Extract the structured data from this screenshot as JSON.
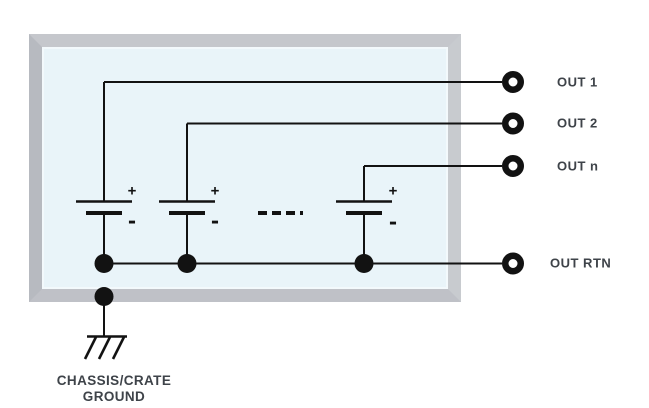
{
  "outputs": [
    {
      "label": "OUT 1"
    },
    {
      "label": "OUT 2"
    },
    {
      "label": "OUT n"
    },
    {
      "label": "OUT RTN"
    }
  ],
  "ground": {
    "line1": "CHASSIS/CRATE",
    "line2": "GROUND"
  },
  "battery": {
    "plus": "+",
    "minus": "-"
  },
  "colors": {
    "chassis_frame": "#c1c4c9",
    "chassis_interior": "#e9f4f9",
    "wire": "#121212",
    "label_text": "#3e4349"
  }
}
